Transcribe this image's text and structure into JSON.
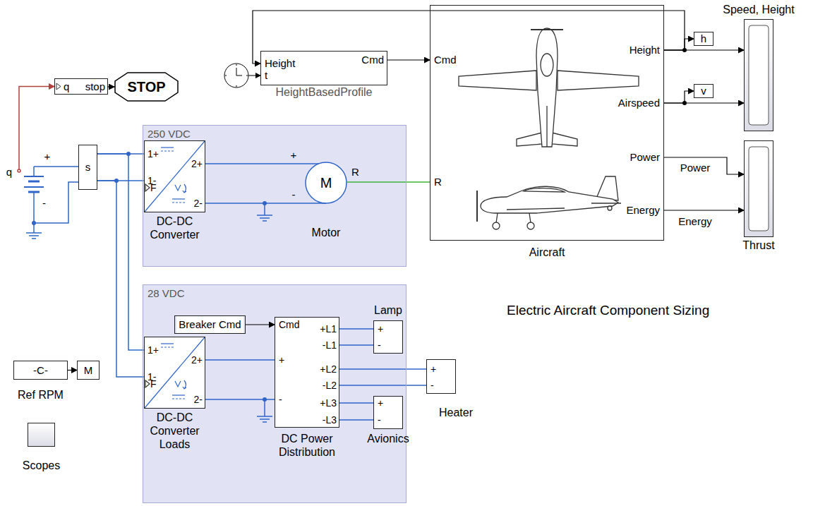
{
  "diagram": {
    "title": "Electric Aircraft Component Sizing",
    "nodes": [
      {
        "text": [
          "q",
          "stop"
        ]
      },
      {
        "text": [
          "STOP"
        ]
      },
      {
        "text": [
          "Height",
          "t",
          "Cmd",
          "HeightBasedProfile"
        ]
      },
      {
        "text": [
          "Cmd",
          "Height",
          "Airspeed",
          "Power",
          "Energy",
          "R",
          "Aircraft"
        ]
      },
      {
        "text": [
          "h"
        ]
      },
      {
        "text": [
          "v"
        ]
      },
      {
        "text": [
          "Speed, Height"
        ]
      },
      {
        "text": [
          "Thrust"
        ]
      },
      {
        "text": [
          "q",
          "+",
          "-"
        ]
      },
      {
        "text": [
          "s"
        ]
      },
      {
        "text": [
          "250 VDC"
        ]
      },
      {
        "text": [
          "1+",
          "1-",
          "2+",
          "2-",
          "F",
          "DC-DC Converter"
        ],
        "in": 10
      },
      {
        "text": [
          "+",
          "-",
          "R",
          "M",
          "Motor"
        ],
        "in": 10
      },
      {
        "text": [
          "28 VDC"
        ]
      },
      {
        "text": [
          "1+",
          "1-",
          "2+",
          "2-",
          "F",
          "DC-DC Converter Loads"
        ],
        "in": 13
      },
      {
        "text": [
          "Breaker Cmd"
        ],
        "in": 13
      },
      {
        "text": [
          "Cmd",
          "+",
          "-",
          "+L1",
          "-L1",
          "+L2",
          "-L2",
          "+L3",
          "-L3",
          "DC Power Distribution"
        ],
        "in": 13
      },
      {
        "text": [
          "+",
          "-",
          "Lamp"
        ],
        "in": 13
      },
      {
        "text": [
          "+",
          "-",
          "Heater"
        ]
      },
      {
        "text": [
          "+",
          "-",
          "Avionics"
        ],
        "in": 13
      },
      {
        "text": [
          "-C-",
          "Ref RPM"
        ]
      },
      {
        "text": [
          "M"
        ]
      },
      {
        "text": [
          "Scopes"
        ]
      }
    ],
    "edges": [
      {
        "from": 8,
        "to": 0,
        "arrow": "to"
      },
      {
        "from": 0,
        "to": 1,
        "arrow": "to"
      },
      {
        "from": 2,
        "to": 3,
        "arrow": "to"
      },
      {
        "from": 3,
        "to": 4,
        "arrow": "to"
      },
      {
        "from": 3,
        "to": 6,
        "arrow": "to"
      },
      {
        "from": 3,
        "to": 2,
        "arrow": "to"
      },
      {
        "from": 3,
        "to": 5,
        "arrow": "to"
      },
      {
        "from": 3,
        "to": 6,
        "arrow": "to"
      },
      {
        "from": 3,
        "to": 7,
        "label": "Power",
        "arrow": "to"
      },
      {
        "from": 3,
        "to": 7,
        "label": "Energy",
        "arrow": "to"
      },
      {
        "from": 12,
        "to": 3,
        "arrow": "none"
      },
      {
        "from": 8,
        "to": 9,
        "arrow": "none"
      },
      {
        "from": 8,
        "to": 9,
        "arrow": "none"
      },
      {
        "from": 9,
        "to": 11,
        "arrow": "none"
      },
      {
        "from": 9,
        "to": 11,
        "arrow": "none"
      },
      {
        "from": 9,
        "to": 14,
        "arrow": "none"
      },
      {
        "from": 9,
        "to": 14,
        "arrow": "none"
      },
      {
        "from": 11,
        "to": 12,
        "arrow": "none"
      },
      {
        "from": 11,
        "to": 12,
        "arrow": "none"
      },
      {
        "from": 14,
        "to": 16,
        "arrow": "none"
      },
      {
        "from": 14,
        "to": 16,
        "arrow": "none"
      },
      {
        "from": 15,
        "to": 16,
        "arrow": "to"
      },
      {
        "from": 16,
        "to": 17,
        "arrow": "none"
      },
      {
        "from": 16,
        "to": 17,
        "arrow": "none"
      },
      {
        "from": 16,
        "to": 18,
        "arrow": "none"
      },
      {
        "from": 16,
        "to": 18,
        "arrow": "none"
      },
      {
        "from": 16,
        "to": 19,
        "arrow": "none"
      },
      {
        "from": 16,
        "to": 19,
        "arrow": "none"
      },
      {
        "from": 20,
        "to": 21,
        "arrow": "to"
      }
    ]
  }
}
